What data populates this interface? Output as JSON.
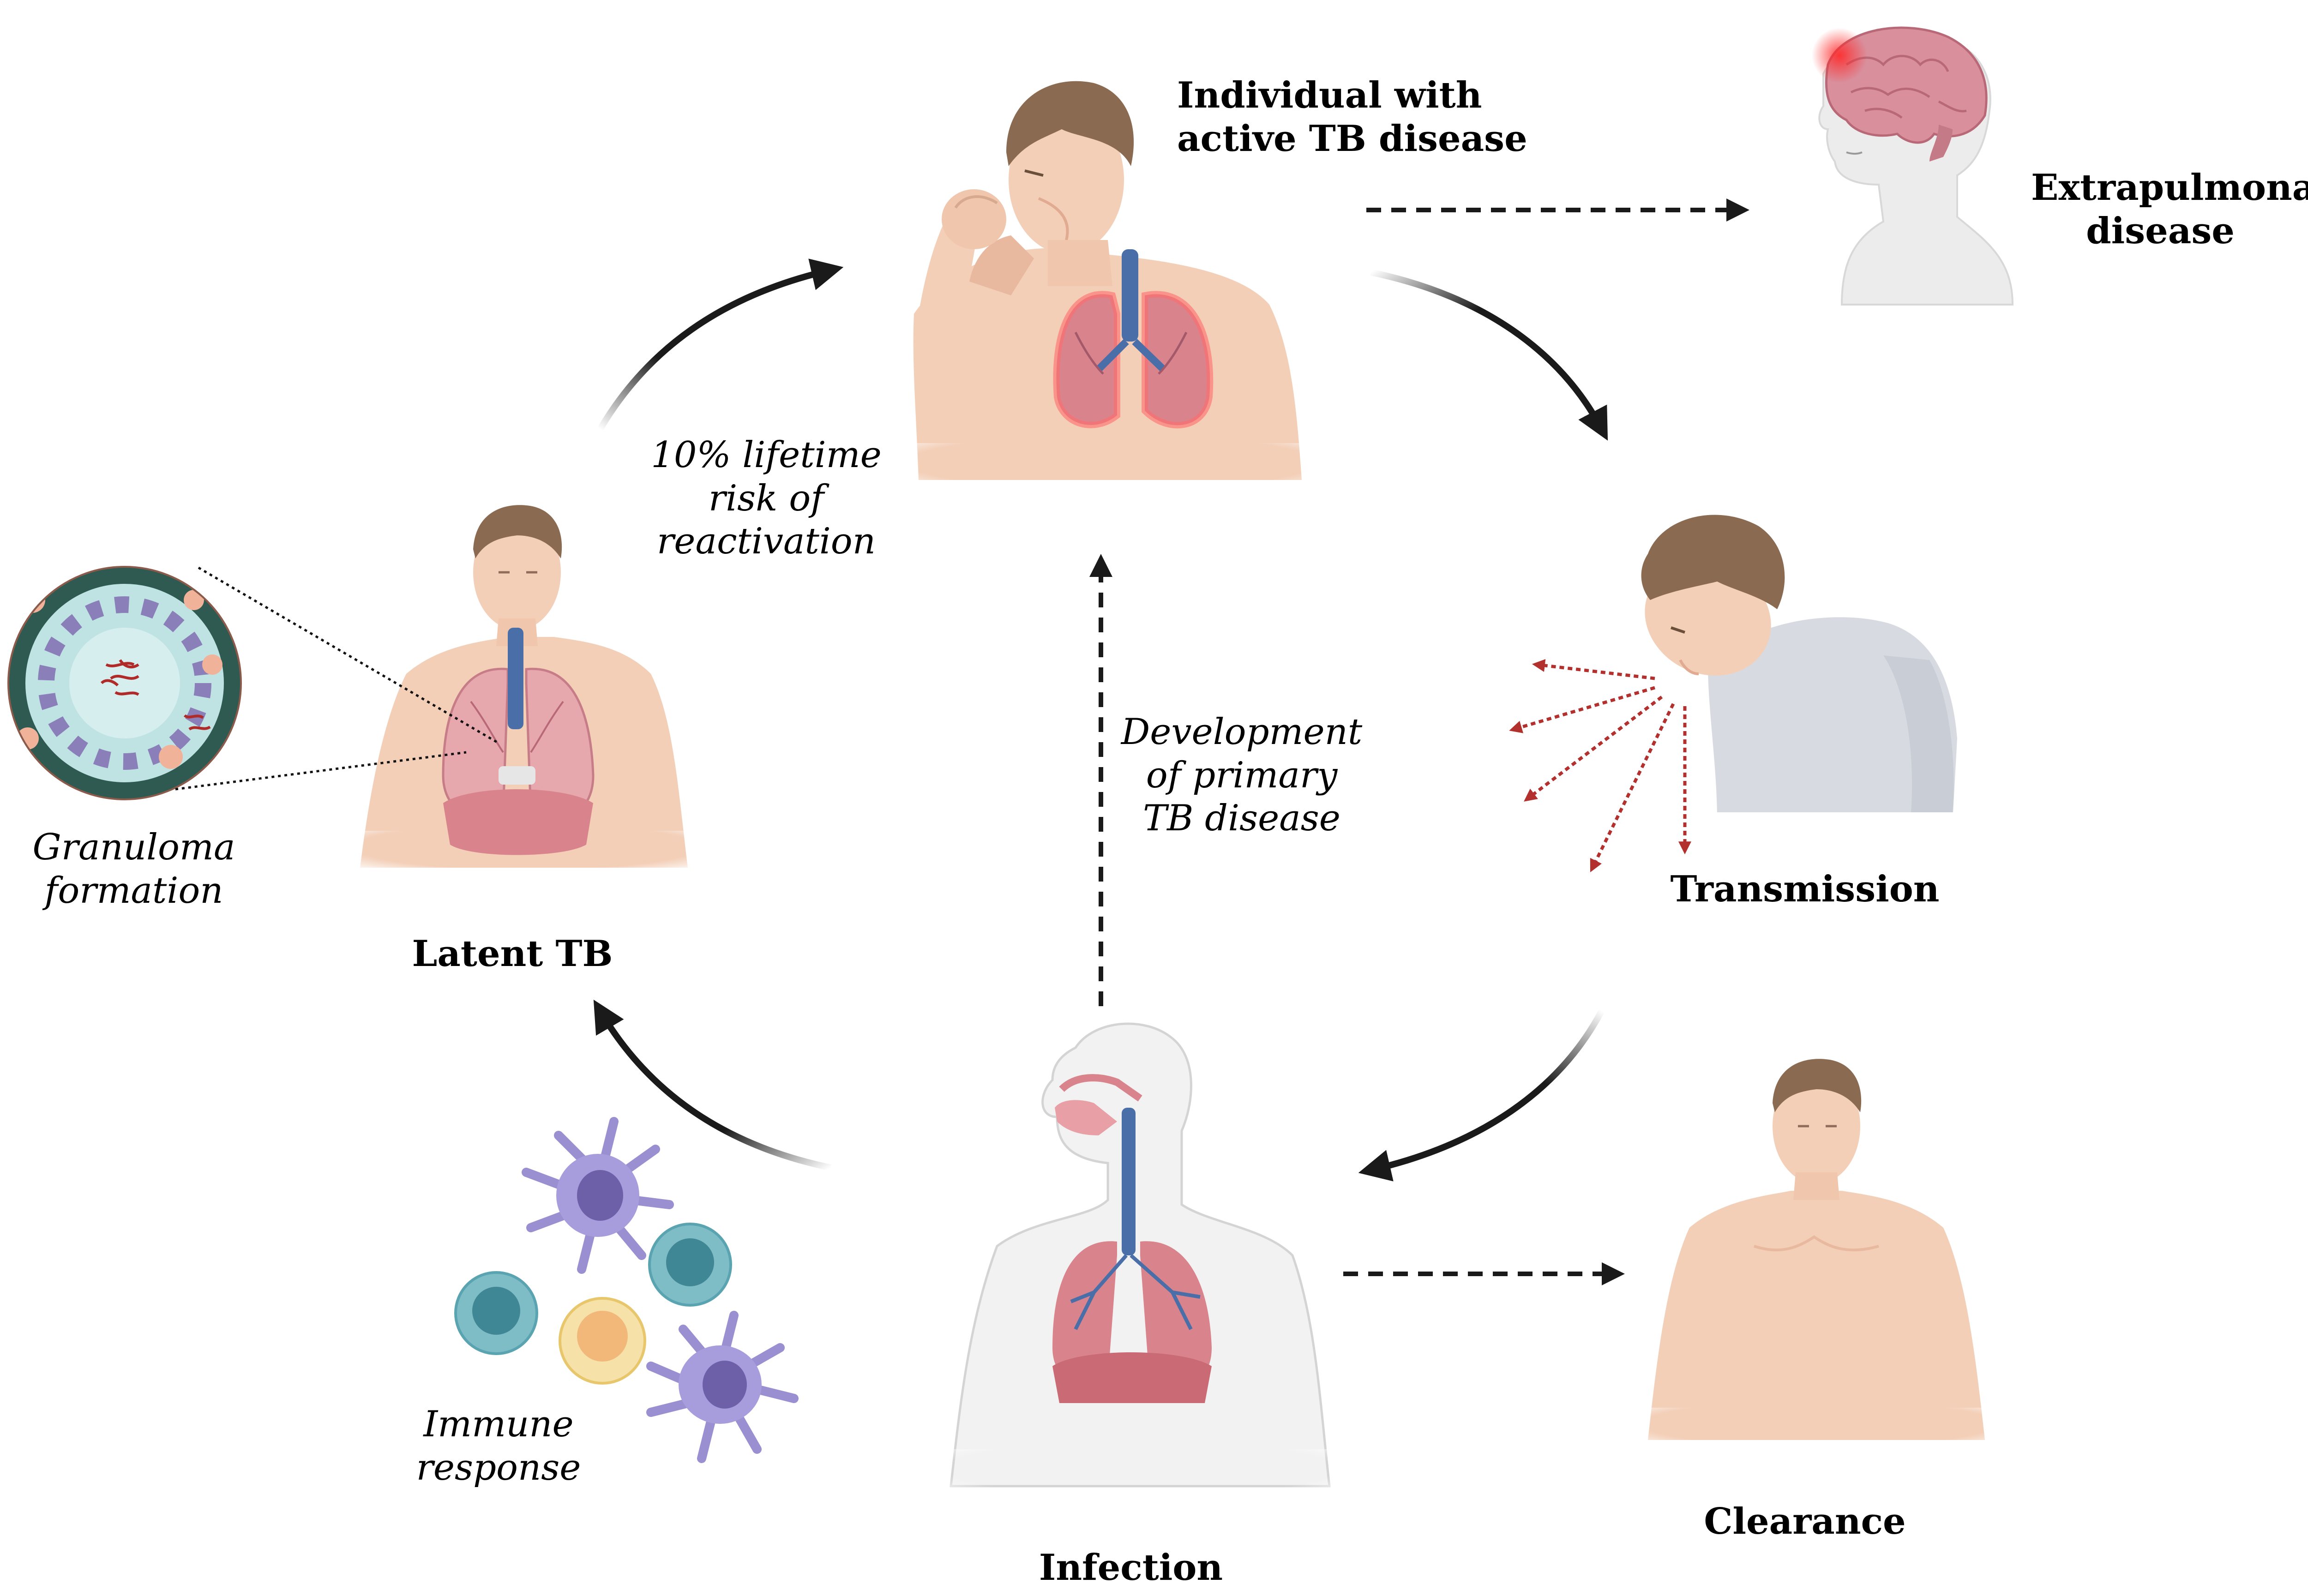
{
  "labels": {
    "active_tb": [
      "Individual with",
      "active TB disease"
    ],
    "extrapulmonary": [
      "Extrapulmonary",
      "disease"
    ],
    "transmission": "Transmission",
    "clearance": "Clearance",
    "infection": "Infection",
    "latent_tb": "Latent TB",
    "reactivation": [
      "10% lifetime",
      "risk of",
      "reactivation"
    ],
    "primary_tb": [
      "Development",
      "of primary",
      "TB disease"
    ],
    "granuloma": [
      "Granuloma",
      "formation"
    ],
    "immune": [
      "Immune",
      "response"
    ]
  },
  "colors": {
    "skin": "#f3cfb8",
    "skin_shadow": "#e8b99e",
    "hair": "#8a6a50",
    "lung": "#d9848c",
    "lung_dark": "#b85a66",
    "trachea": "#4a6fa8",
    "shirt": "#d7dbe1",
    "outline_body": "#e6e6e6",
    "brain": "#d98f9c",
    "droplet": "#b2302e",
    "arrow": "#1a1a1a",
    "cell_teal": "#5aa3b0",
    "cell_purple": "#9a8fd0",
    "cell_yellow": "#f1c98a"
  }
}
